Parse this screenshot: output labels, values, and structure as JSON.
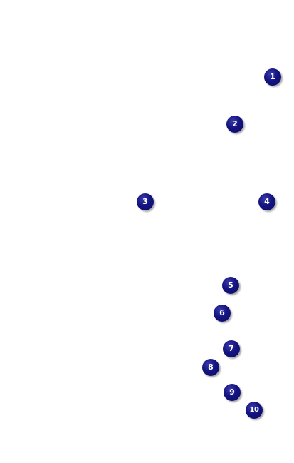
{
  "markers": [
    {
      "label": "1"
    },
    {
      "label": "2"
    },
    {
      "label": "3"
    },
    {
      "label": "4"
    },
    {
      "label": "5"
    },
    {
      "label": "6"
    },
    {
      "label": "7"
    },
    {
      "label": "8"
    },
    {
      "label": "9"
    },
    {
      "label": "10"
    }
  ],
  "colors": {
    "marker_fill": "#141480",
    "marker_text": "#ffffff",
    "background": "#ffffff"
  }
}
